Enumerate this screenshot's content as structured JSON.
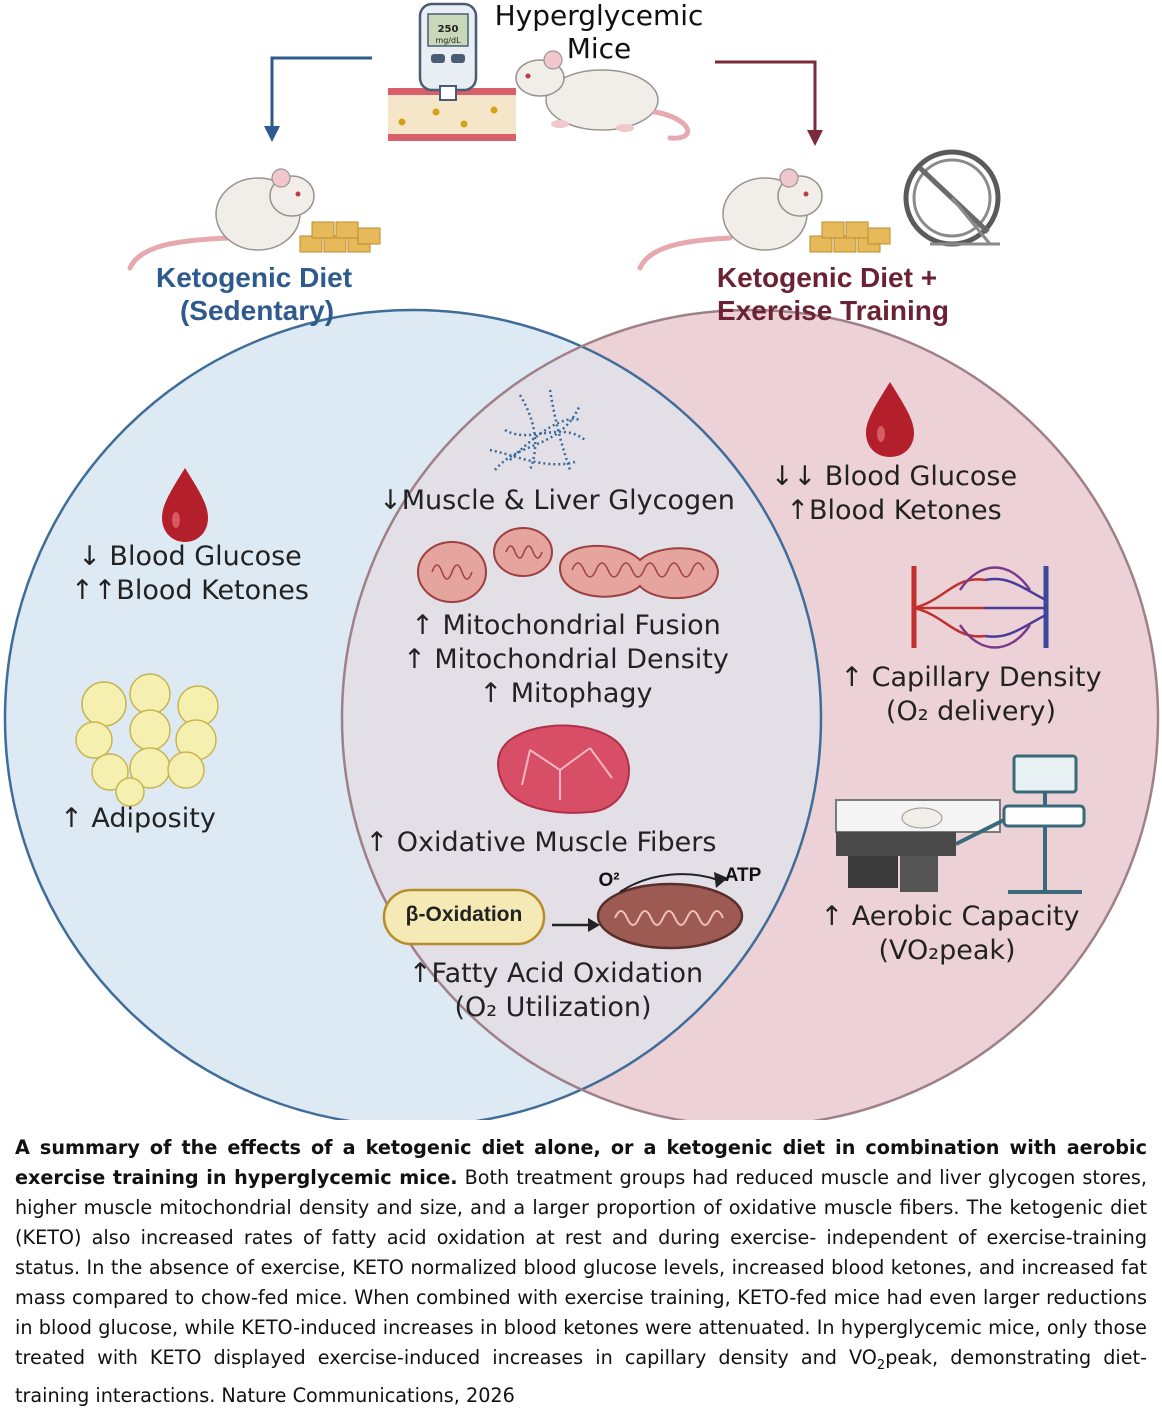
{
  "top": {
    "title_line1": "Hyperglycemic",
    "title_line2": "Mice",
    "glucometer_value": "250",
    "glucometer_unit": "mg/dL"
  },
  "left_group": {
    "title_line1": "Ketogenic Diet",
    "title_line2": "(Sedentary)",
    "effects": [
      "↓ Blood Glucose",
      "↑↑Blood Ketones"
    ],
    "adiposity": "↑ Adiposity"
  },
  "right_group": {
    "title_line1": "Ketogenic Diet +",
    "title_line2": "Exercise Training",
    "effects": [
      "↓↓ Blood Glucose",
      "↑Blood Ketones"
    ],
    "capillary": [
      "↑ Capillary Density",
      "(O₂ delivery)"
    ],
    "aerobic": [
      "↑ Aerobic Capacity",
      "(VO₂peak)"
    ]
  },
  "shared": {
    "glycogen": "↓Muscle & Liver Glycogen",
    "mito": [
      "↑ Mitochondrial Fusion",
      "↑ Mitochondrial Density",
      "↑ Mitophagy"
    ],
    "fibers": "↑ Oxidative Muscle Fibers",
    "beta_oxidation": "β-Oxidation",
    "o2_label": "O²",
    "atp_label": "ATP",
    "fatty_acid": [
      "↑Fatty Acid Oxidation",
      "(O₂ Utilization)"
    ]
  },
  "colors": {
    "left_circle": "#dde9f3",
    "left_stroke": "#3f6c98",
    "right_circle": "#ecd2d6",
    "right_stroke": "#7a2a3a",
    "overlap": "#e2dfe7",
    "blood": "#b3202c",
    "left_arrow": "#2f5a8e",
    "right_arrow": "#7a2a3a"
  },
  "caption": {
    "bold": "A summary of the effects of a ketogenic diet alone, or a ketogenic diet in combination with aerobic exercise training in hyperglycemic mice.",
    "body_part1": " Both treatment groups had reduced muscle and liver glycogen stores, higher muscle mitochondrial density and size, and a larger proportion of oxidative muscle fibers. The ketogenic diet (KETO) also increased rates of fatty acid oxidation at rest and during exercise- independent of exercise-training status. In the absence of exercise, KETO normalized blood glucose levels, increased blood ketones, and increased fat mass compared to chow-fed mice. When combined with exercise training, KETO-fed mice had even larger reductions in blood glucose, while KETO-induced increases in blood ketones were attenuated. In hyperglycemic mice, only those treated with KETO displayed exercise-induced increases in capillary density and VO",
    "body_sub": "2",
    "body_part2": "peak, demonstrating diet-training interactions. Nature Communications, 2026"
  }
}
